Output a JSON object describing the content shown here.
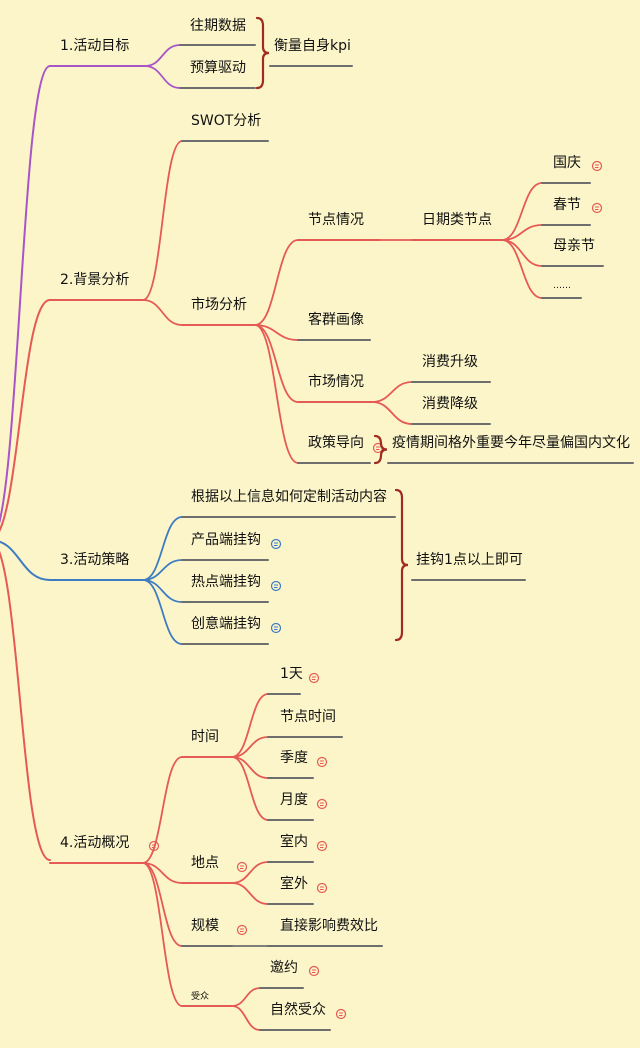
{
  "colors": {
    "background": "#FCF5C9",
    "purple": "#A855C8",
    "red": "#E55A55",
    "blue": "#3E7CC2",
    "gray": "#6E6E6E",
    "brace": "#A02B22"
  },
  "nodes": {
    "n1": "1.活动目标",
    "n1a": "往期数据",
    "n1b": "预算驱动",
    "n1s": "衡量自身kpi",
    "n2": "2.背景分析",
    "n2a": "SWOT分析",
    "n2b": "市场分析",
    "n2b1": "节点情况",
    "n2b1a": "日期类节点",
    "d1": "国庆",
    "d2": "春节",
    "d3": "母亲节",
    "d4": "……",
    "n2b2": "客群画像",
    "n2b3": "市场情况",
    "n2b3a": "消费升级",
    "n2b3b": "消费降级",
    "n2b4": "政策导向",
    "n2b4s": "疫情期间格外重要今年尽量偏国内文化",
    "n3": "3.活动策略",
    "n3a": "根据以上信息如何定制活动内容",
    "n3b": "产品端挂钩",
    "n3c": "热点端挂钩",
    "n3d": "创意端挂钩",
    "n3s": "挂钩1点以上即可",
    "n4": "4.活动概况",
    "n4a": "时间",
    "t1": "1天",
    "t2": "节点时间",
    "t3": "季度",
    "t4": "月度",
    "n4b": "地点",
    "p1": "室内",
    "p2": "室外",
    "n4c": "规模",
    "n4cs": "直接影响费效比",
    "n4d": "受众",
    "a1": "邀约",
    "a2": "自然受众"
  }
}
